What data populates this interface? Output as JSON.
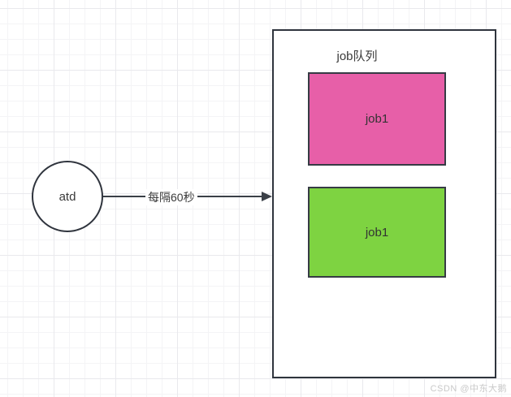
{
  "diagram": {
    "source_node": {
      "label": "atd",
      "shape": "circle",
      "stroke_color": "#2f343d",
      "fill_color": "#ffffff"
    },
    "edge": {
      "label": "每隔60秒",
      "direction": "right",
      "stroke_color": "#3a3f47"
    },
    "queue": {
      "title": "job队列",
      "stroke_color": "#2f343d",
      "fill_color": "#ffffff",
      "jobs": [
        {
          "label": "job1",
          "fill_color": "#e75fa8"
        },
        {
          "label": "job1",
          "fill_color": "#7ed341"
        }
      ]
    },
    "watermark": "CSDN @中东大鹅",
    "canvas": {
      "background_color": "#ffffff",
      "grid_minor_color": "#f4f4f6",
      "grid_major_color": "#e9e9ed"
    }
  }
}
